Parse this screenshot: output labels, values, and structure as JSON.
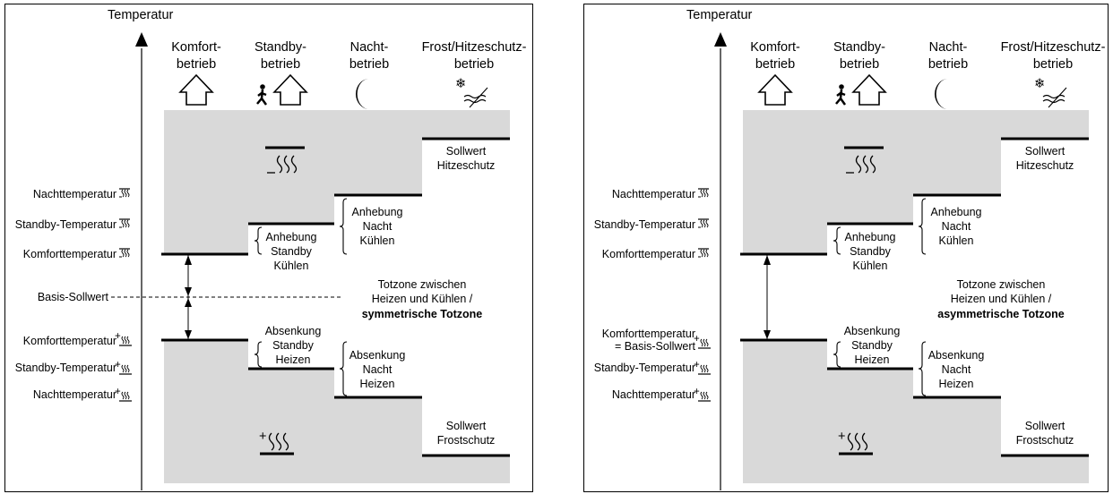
{
  "panels": [
    {
      "axis_title": "Temperatur",
      "mode_headers": [
        {
          "line1": "Komfort-",
          "line2": "betrieb",
          "icon": "house-icon"
        },
        {
          "line1": "Standby-",
          "line2": "betrieb",
          "icon": "person-house-icon"
        },
        {
          "line1": "Nacht-",
          "line2": "betrieb",
          "icon": "moon-icon"
        },
        {
          "line1": "Frost/Hitzeschutz-",
          "line2": "betrieb",
          "icon": "frost-heat-icon"
        }
      ],
      "left_labels": {
        "cool_night": "Nachttemperatur",
        "cool_standby": "Standby-Temperatur",
        "cool_comfort": "Komforttemperatur",
        "base": "Basis-Sollwert",
        "heat_comfort": "Komforttemperatur",
        "heat_standby": "Standby-Temperatur",
        "heat_night": "Nachttemperatur"
      },
      "step_labels": {
        "heat_protection": [
          "Sollwert",
          "Hitzeschutz"
        ],
        "raise_night_cool": [
          "Anhebung",
          "Nacht",
          "Kühlen"
        ],
        "raise_standby_cool": [
          "Anhebung",
          "Standby",
          "Kühlen"
        ],
        "deadzone": [
          "Totzone zwischen",
          "Heizen und Kühlen /",
          "symmetrische Totzone"
        ],
        "lower_standby_heat": [
          "Absenkung",
          "Standby",
          "Heizen"
        ],
        "lower_night_heat": [
          "Absenkung",
          "Nacht",
          "Heizen"
        ],
        "frost_protection": [
          "Sollwert",
          "Frostschutz"
        ]
      }
    },
    {
      "axis_title": "Temperatur",
      "mode_headers": [
        {
          "line1": "Komfort-",
          "line2": "betrieb",
          "icon": "house-icon"
        },
        {
          "line1": "Standby-",
          "line2": "betrieb",
          "icon": "person-house-icon"
        },
        {
          "line1": "Nacht-",
          "line2": "betrieb",
          "icon": "moon-icon"
        },
        {
          "line1": "Frost/Hitzeschutz-",
          "line2": "betrieb",
          "icon": "frost-heat-icon"
        }
      ],
      "left_labels": {
        "cool_night": "Nachttemperatur",
        "cool_standby": "Standby-Temperatur",
        "cool_comfort": "Komforttemperatur",
        "heat_comfort": "Komforttemperatur",
        "heat_comfort_base": "= Basis-Sollwert",
        "heat_standby": "Standby-Temperatur",
        "heat_night": "Nachttemperatur"
      },
      "step_labels": {
        "heat_protection": [
          "Sollwert",
          "Hitzeschutz"
        ],
        "raise_night_cool": [
          "Anhebung",
          "Nacht",
          "Kühlen"
        ],
        "raise_standby_cool": [
          "Anhebung",
          "Standby",
          "Kühlen"
        ],
        "deadzone": [
          "Totzone zwischen",
          "Heizen und Kühlen /",
          "asymmetrische Totzone"
        ],
        "lower_standby_heat": [
          "Absenkung",
          "Standby",
          "Heizen"
        ],
        "lower_night_heat": [
          "Absenkung",
          "Nacht",
          "Heizen"
        ],
        "frost_protection": [
          "Sollwert",
          "Frostschutz"
        ]
      }
    }
  ]
}
